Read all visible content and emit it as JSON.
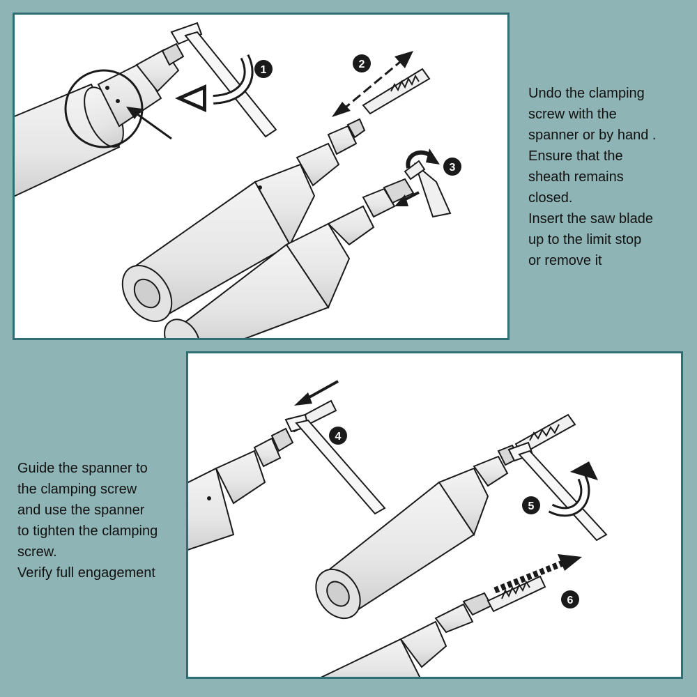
{
  "instructions": {
    "top": [
      "Undo the clamping",
      "screw with the",
      "spanner or by hand .",
      "Ensure that the",
      "sheath remains",
      "closed.",
      "Insert the saw blade",
      "up to the limit stop",
      "or remove it"
    ],
    "bottom": [
      "Guide the spanner to",
      "the clamping screw",
      "and use the spanner",
      "to tighten the clamping",
      "screw.",
      "Verify full engagement"
    ]
  },
  "steps": [
    "1",
    "2",
    "3",
    "4",
    "5",
    "6"
  ],
  "colors": {
    "background": "#8fb4b6",
    "panel_border": "#2f6e72",
    "line_art": "#1a1a1a",
    "badge": "#1a1a1a"
  },
  "icons": [
    "handpiece-illustration",
    "spanner-illustration",
    "saw-blade-illustration",
    "rotate-arrow-icon",
    "direction-arrow-icon",
    "step-badge-icon"
  ]
}
